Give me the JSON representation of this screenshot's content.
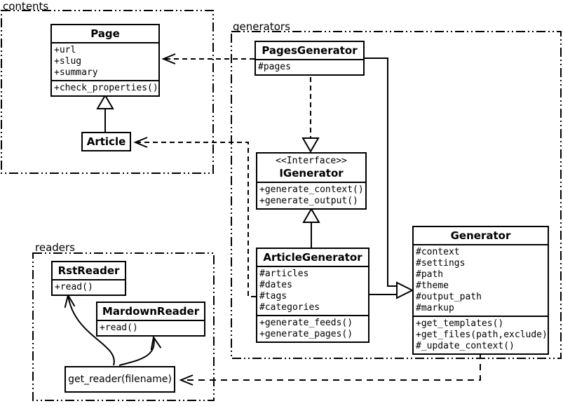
{
  "diagram_type": "uml-class-diagram",
  "colors": {
    "line": "#000000",
    "background": "#ffffff",
    "text": "#000000"
  },
  "packages": {
    "contents": {
      "label": "contents"
    },
    "generators": {
      "label": "generators"
    },
    "readers": {
      "label": "readers"
    }
  },
  "classes": {
    "page": {
      "title": "Page",
      "attributes": [
        "+url",
        "+slug",
        "+summary"
      ],
      "methods": [
        "+check_properties()"
      ]
    },
    "article": {
      "title": "Article"
    },
    "pages_generator": {
      "title": "PagesGenerator",
      "attributes": [
        "#pages"
      ]
    },
    "igenerator": {
      "stereotype": "<<Interface>>",
      "title": "IGenerator",
      "methods": [
        "+generate_context()",
        "+generate_output()"
      ]
    },
    "article_generator": {
      "title": "ArticleGenerator",
      "attributes": [
        "#articles",
        "#dates",
        "#tags",
        "#categories"
      ],
      "methods": [
        "+generate_feeds()",
        "+generate_pages()"
      ]
    },
    "generator": {
      "title": "Generator",
      "attributes": [
        "#context",
        "#settings",
        "#path",
        "#theme",
        "#output_path",
        "#markup"
      ],
      "methods": [
        "+get_templates()",
        "+get_files(path,exclude)",
        "#_update_context()"
      ]
    },
    "rst_reader": {
      "title": "RstReader",
      "methods": [
        "+read()"
      ]
    },
    "mardown_reader": {
      "title": "MardownReader",
      "methods": [
        "+read()"
      ]
    },
    "get_reader": {
      "title": "get_reader(filename)"
    }
  },
  "relationships": [
    {
      "type": "inheritance",
      "from": "Article",
      "to": "Page"
    },
    {
      "type": "dependency",
      "from": "PagesGenerator",
      "to": "Page"
    },
    {
      "type": "dependency",
      "from": "ArticleGenerator",
      "to": "Article"
    },
    {
      "type": "realization",
      "from": "PagesGenerator",
      "to": "IGenerator"
    },
    {
      "type": "inheritance",
      "from": "ArticleGenerator",
      "to": "IGenerator"
    },
    {
      "type": "inheritance",
      "from": "PagesGenerator",
      "to": "Generator"
    },
    {
      "type": "inheritance",
      "from": "ArticleGenerator",
      "to": "Generator"
    },
    {
      "type": "dependency",
      "from": "Generator",
      "to": "get_reader"
    },
    {
      "type": "call",
      "from": "get_reader",
      "to": "RstReader"
    },
    {
      "type": "call",
      "from": "get_reader",
      "to": "MardownReader"
    }
  ]
}
